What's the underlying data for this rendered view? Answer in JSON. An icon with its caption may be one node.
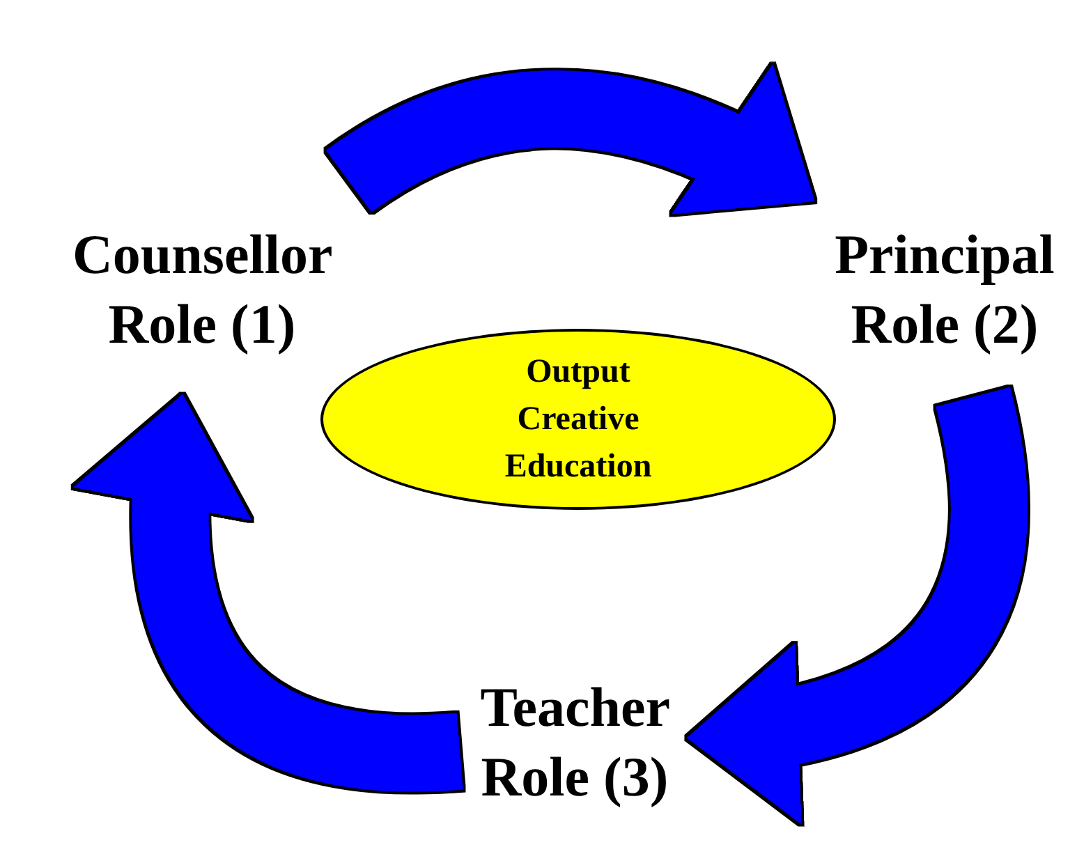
{
  "diagram": {
    "nodes": [
      {
        "text": [
          "Counsellor Role (1)"
        ]
      },
      {
        "text": [
          "Principal Role (2)"
        ]
      },
      {
        "text": [
          "Teacher Role (3)"
        ]
      },
      {
        "text": [
          "Output Creative Education"
        ]
      }
    ],
    "edges": [
      {
        "from": 0,
        "to": 1,
        "arrow": "to"
      },
      {
        "from": 1,
        "to": 2,
        "arrow": "to"
      },
      {
        "from": 2,
        "to": 0,
        "arrow": "to"
      }
    ]
  }
}
